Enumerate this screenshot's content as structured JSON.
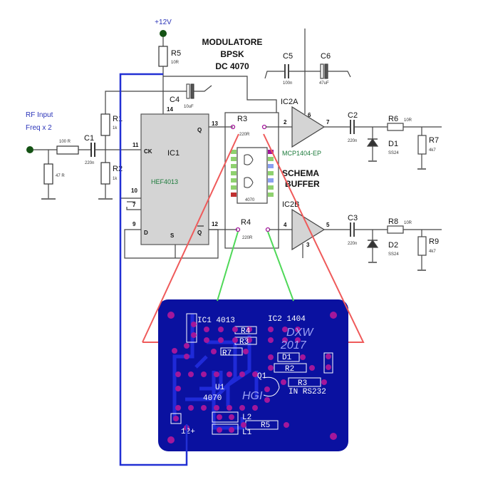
{
  "title": {
    "line1": "MODULATORE",
    "line2": "BPSK",
    "line3": "DC 4070"
  },
  "supply": "+12V",
  "input": {
    "line1": "RF Input",
    "line2": "Freq x 2"
  },
  "components": {
    "r5": "R5",
    "r5v": "10R",
    "r1": "R1",
    "r1v": "1k",
    "r2": "R2",
    "r2v": "1k",
    "rin": "100 R",
    "rgnd": "47 R",
    "c1": "C1",
    "c1v": "220n",
    "c4": "C4",
    "c4v": "10uF",
    "c5": "C5",
    "c5v": "100n",
    "c6": "C6",
    "c6v": "47uF",
    "r3": "R3",
    "r3v": "220R",
    "r4": "R4",
    "r4v": "220R",
    "ic2a": "IC2A",
    "ic2b": "IC2B",
    "mcp": "MCP1404-EP",
    "c2": "C2",
    "c2v": "220n",
    "c3": "C3",
    "c3v": "220n",
    "r6": "R6",
    "r6v": "10R",
    "r7": "R7",
    "r7v": "4k7",
    "r8": "R8",
    "r8v": "10R",
    "r9": "R9",
    "r9v": "4k7",
    "d1": "D1",
    "d1v": "SS24",
    "d2": "D2",
    "d2v": "SS24",
    "ic4070": "4070"
  },
  "ic1": {
    "name": "IC1",
    "part": "HEF4013",
    "ck": "CK",
    "d": "D",
    "s": "S",
    "q": "Q",
    "qbar": "Q",
    "p14": "14",
    "p11": "11",
    "p10": "10",
    "p7": "7",
    "p9": "9",
    "p13": "13",
    "p12": "12"
  },
  "pins": {
    "ic2a_in": "2",
    "ic2a_vdd": "6",
    "ic2a_out": "7",
    "ic2b_in": "4",
    "ic2b_gnd": "3",
    "ic2b_out": "5"
  },
  "buffer_label": {
    "line1": "SCHEMA",
    "line2": "BUFFER"
  },
  "pcb": {
    "ic1": "IC1 4013",
    "ic2": "IC2 1404",
    "brand": "DXW",
    "year": "2017",
    "hgi": "HGI",
    "r4": "R4",
    "r3": "R3",
    "r7": "R7",
    "d1": "D1",
    "r2": "R2",
    "r3b": "R3",
    "in": "IN RS232",
    "q1": "Q1",
    "u1": "U1",
    "u4070": "4070",
    "l2": "L2",
    "l1": "L1",
    "r5": "R5",
    "p12": "12+"
  },
  "colors": {
    "wire": "#444444",
    "pcb_board": "#0a11a0",
    "pad": "#a3179b",
    "red": "#ef5a5a",
    "green": "#4fd858",
    "ic_fill": "#d4d4d4",
    "blue_wire": "#2230d4"
  }
}
